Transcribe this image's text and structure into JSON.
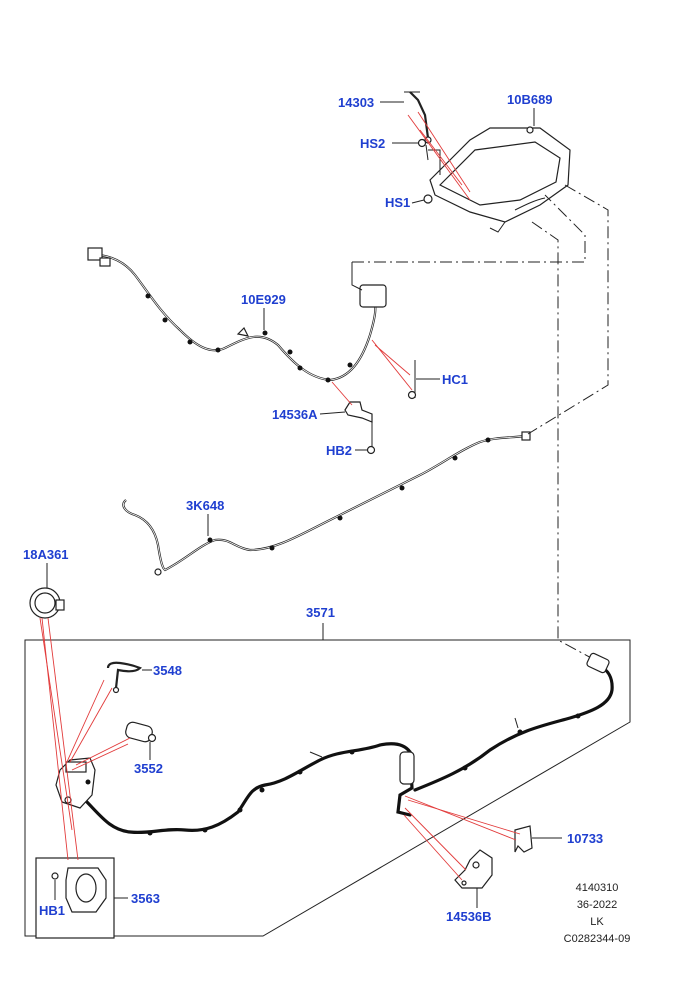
{
  "labels": {
    "p14303": "14303",
    "p10B689": "10B689",
    "pHS2": "HS2",
    "pHS1": "HS1",
    "p10E929": "10E929",
    "pHC1": "HC1",
    "p14536A": "14536A",
    "pHB2": "HB2",
    "p3K648": "3K648",
    "p18A361": "18A361",
    "p3571": "3571",
    "p3548": "3548",
    "p3552": "3552",
    "p10733": "10733",
    "p3563": "3563",
    "pHB1": "HB1",
    "p14536B": "14536B"
  },
  "meta": {
    "line1": "4140310",
    "line2": "36-2022",
    "line3": "LK",
    "line4": "C0282344-09"
  },
  "colors": {
    "label": "#1f3fd0",
    "leader_red": "#e23b3b",
    "line": "#222222"
  }
}
